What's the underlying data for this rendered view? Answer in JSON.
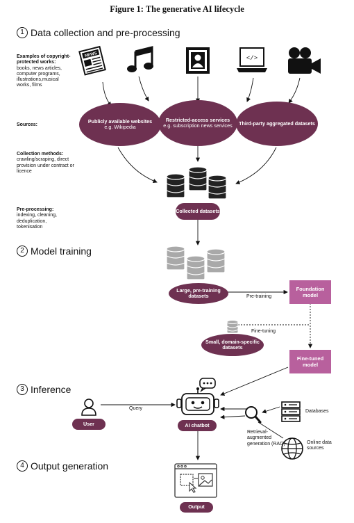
{
  "figure_title": "Figure 1: The generative AI lifecycle",
  "sections": {
    "s1": {
      "num": "1",
      "label": "Data collection and pre-processing"
    },
    "s2": {
      "num": "2",
      "label": "Model training"
    },
    "s3": {
      "num": "3",
      "label": "Inference"
    },
    "s4": {
      "num": "4",
      "label": "Output generation"
    }
  },
  "side_labels": {
    "examples_head": "Examples of copyright-protected works:",
    "examples_body": "books, news articles, computer programs, illustrations,musical works, films",
    "sources_head": "Sources:",
    "collection_head": "Collection methods:",
    "collection_body": "crawling/scraping, direct provision under contract or licence",
    "preproc_head": "Pre-processing:",
    "preproc_body": "indexing, cleaning, deduplication, tokenisation"
  },
  "sources": {
    "public_title": "Publicly available websites",
    "public_sub": "e.g. Wikipedia",
    "restricted_title": "Restricted-access services",
    "restricted_sub": "e.g. subscription news services",
    "third_party": "Third-party aggregated datasets"
  },
  "nodes": {
    "collected": "Collected datasets",
    "large": "Large, pre-training datasets",
    "foundation": "Foundation model",
    "small": "Small, domain-specific datasets",
    "finetuned": "Fine-tuned model",
    "user": "User",
    "chatbot": "AI chatbot",
    "output": "Output"
  },
  "edge_labels": {
    "pretraining": "Pre-training",
    "finetuning": "Fine-tuning",
    "query": "Query",
    "databases": "Databases",
    "rag": "Retrieval-augmented generation (RAG)",
    "online": "Online data sources"
  },
  "icons": [
    "newspaper-icon",
    "music-note-icon",
    "portrait-icon",
    "laptop-code-icon",
    "video-camera-icon",
    "database-icon",
    "user-icon",
    "robot-icon",
    "magnifier-icon",
    "server-icon",
    "globe-icon",
    "image-window-icon"
  ],
  "colors": {
    "dark_purple": "#6e3151",
    "pink": "#b8609d",
    "db_dark": "#222222",
    "db_grey": "#a9a9a9"
  }
}
